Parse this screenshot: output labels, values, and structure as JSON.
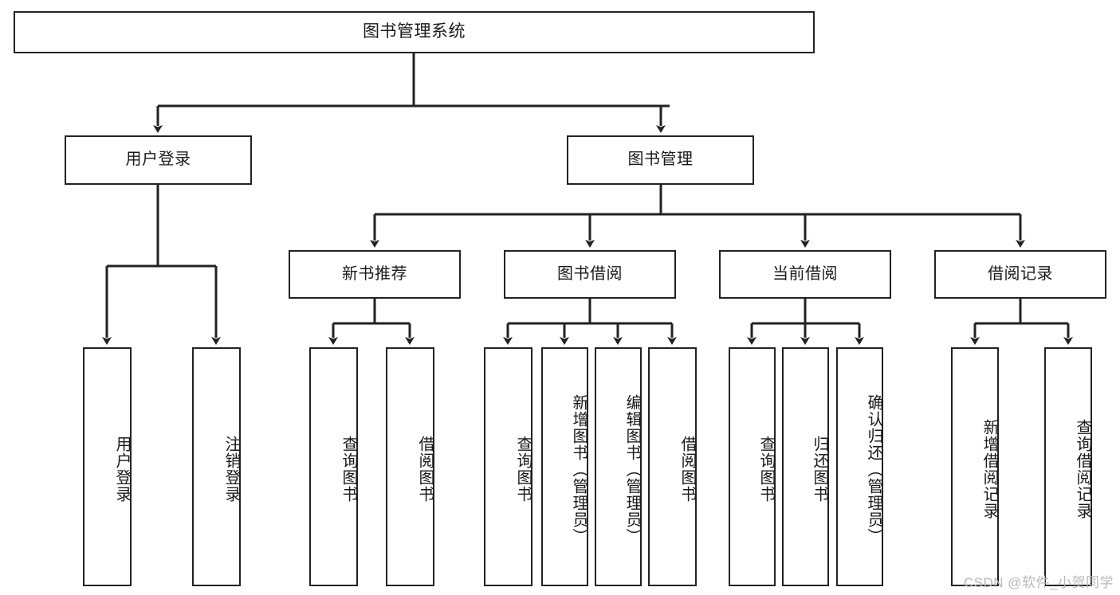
{
  "diagram": {
    "type": "tree-hierarchy",
    "title": "图书管理系统",
    "root": {
      "id": "root",
      "label": "图书管理系统"
    },
    "level2": [
      {
        "id": "user-login",
        "label": "用户登录"
      },
      {
        "id": "book-management",
        "label": "图书管理"
      }
    ],
    "level3": [
      {
        "id": "new-book-recommend",
        "label": "新书推荐",
        "parent": "book-management"
      },
      {
        "id": "book-borrow",
        "label": "图书借阅",
        "parent": "book-management"
      },
      {
        "id": "current-borrow",
        "label": "当前借阅",
        "parent": "book-management"
      },
      {
        "id": "borrow-record",
        "label": "借阅记录",
        "parent": "book-management"
      }
    ],
    "leaves": [
      {
        "id": "leaf-user-login",
        "label": "用户登录",
        "parent": "user-login"
      },
      {
        "id": "leaf-user-logout",
        "label": "注销登录",
        "parent": "user-login"
      },
      {
        "id": "leaf-query-book-1",
        "label": "查询图书",
        "parent": "new-book-recommend"
      },
      {
        "id": "leaf-borrow-book-1",
        "label": "借阅图书",
        "parent": "new-book-recommend"
      },
      {
        "id": "leaf-query-book-2",
        "label": "查询图书",
        "parent": "book-borrow"
      },
      {
        "id": "leaf-add-book",
        "label": "新增图书（管理员）",
        "parent": "book-borrow"
      },
      {
        "id": "leaf-edit-book",
        "label": "编辑图书（管理员）",
        "parent": "book-borrow"
      },
      {
        "id": "leaf-borrow-book-2",
        "label": "借阅图书",
        "parent": "book-borrow"
      },
      {
        "id": "leaf-query-book-3",
        "label": "查询图书",
        "parent": "current-borrow"
      },
      {
        "id": "leaf-return-book",
        "label": "归还图书",
        "parent": "current-borrow"
      },
      {
        "id": "leaf-confirm-return",
        "label": "确认归还（管理员）",
        "parent": "current-borrow"
      },
      {
        "id": "leaf-add-record",
        "label": "新增借阅记录",
        "parent": "borrow-record"
      },
      {
        "id": "leaf-query-record",
        "label": "查询借阅记录",
        "parent": "borrow-record"
      }
    ],
    "colors": {
      "stroke": "#222222",
      "background": "#ffffff",
      "text": "#1a1a1a",
      "watermark": "#b8b8b8"
    }
  },
  "watermark": {
    "text": "CSDN @软件_小贺同学"
  }
}
